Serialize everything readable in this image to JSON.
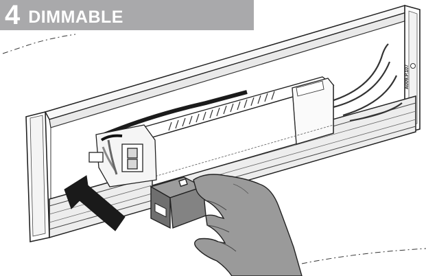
{
  "step": {
    "number": "4",
    "title": "DIMMABLE"
  },
  "product_code": "A009.P.107",
  "colors": {
    "title_bar": "#a9a9ab",
    "title_text": "#ffffff",
    "arrow": "#1a1a1a",
    "hand": "#9a9a9a",
    "module": "#7d7d7d"
  }
}
